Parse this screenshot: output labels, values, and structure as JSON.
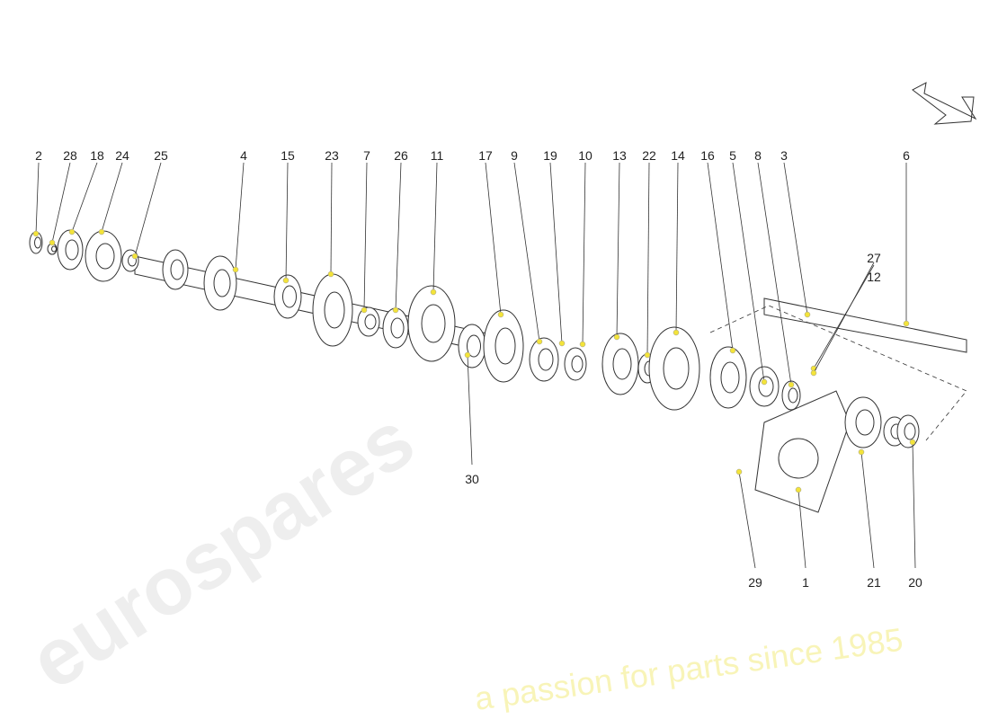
{
  "watermark": {
    "brand": "eurospares",
    "tagline": "a passion for parts since 1985"
  },
  "direction_arrow": "arrow-down-right-icon",
  "colors": {
    "marker": "#f3e33a",
    "line": "#333333",
    "watermark": "#eeeeee",
    "tagline": "#f8f4b8"
  },
  "callouts": [
    {
      "num": "2"
    },
    {
      "num": "28"
    },
    {
      "num": "18"
    },
    {
      "num": "24"
    },
    {
      "num": "25"
    },
    {
      "num": "4"
    },
    {
      "num": "15"
    },
    {
      "num": "23"
    },
    {
      "num": "7"
    },
    {
      "num": "26"
    },
    {
      "num": "11"
    },
    {
      "num": "17"
    },
    {
      "num": "9"
    },
    {
      "num": "19"
    },
    {
      "num": "10"
    },
    {
      "num": "13"
    },
    {
      "num": "22"
    },
    {
      "num": "14"
    },
    {
      "num": "16"
    },
    {
      "num": "5"
    },
    {
      "num": "8"
    },
    {
      "num": "3"
    },
    {
      "num": "6"
    },
    {
      "num": "27"
    },
    {
      "num": "12"
    },
    {
      "num": "30"
    },
    {
      "num": "29"
    },
    {
      "num": "1"
    },
    {
      "num": "21"
    },
    {
      "num": "20"
    }
  ]
}
